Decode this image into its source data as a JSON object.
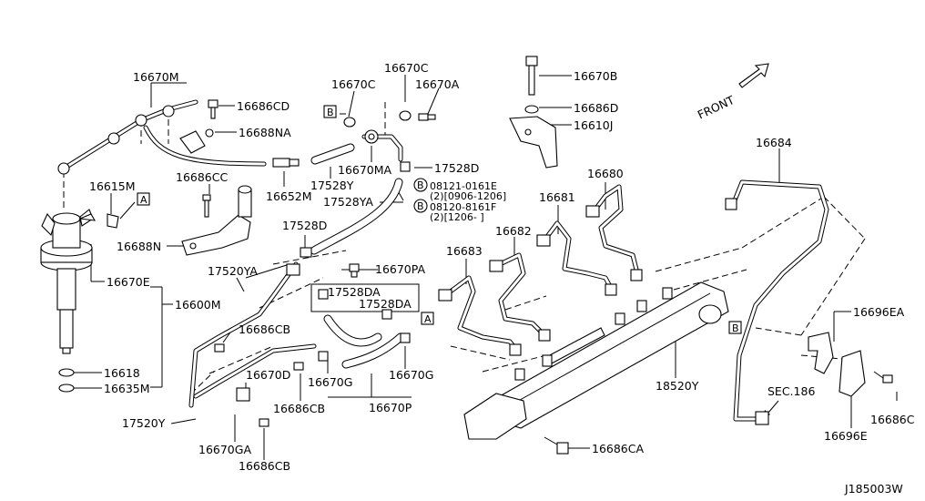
{
  "diagram_id": "J185003W",
  "front_label": "FRONT",
  "section_ref": "SEC.186",
  "ref_markers": {
    "a": "A",
    "b": "B"
  },
  "bolt_notes": [
    {
      "marker": "B",
      "part": "08121-0161E",
      "note": "(2)[0906-1206]"
    },
    {
      "marker": "B",
      "part": "08120-8161F",
      "note": "(2)[1206-    ]"
    }
  ],
  "parts": [
    "16670M",
    "16686CD",
    "16688NA",
    "16686CC",
    "16688N",
    "16615M",
    "16670E",
    "16600M",
    "16618",
    "16635M",
    "16670C",
    "16670C",
    "16670A",
    "16670MA",
    "16652M",
    "17528Y",
    "17528D",
    "17528YA",
    "16670B",
    "16686D",
    "16610J",
    "16684",
    "16680",
    "16681",
    "16682",
    "16683",
    "17520YA",
    "17528D",
    "16670PA",
    "17528DA",
    "17528DA",
    "16686CB",
    "16670D",
    "16686CB",
    "16670G",
    "16670G",
    "16670P",
    "17520Y",
    "16670GA",
    "16686CB",
    "18520Y",
    "16686CA",
    "16696EA",
    "16696E",
    "16686C"
  ]
}
